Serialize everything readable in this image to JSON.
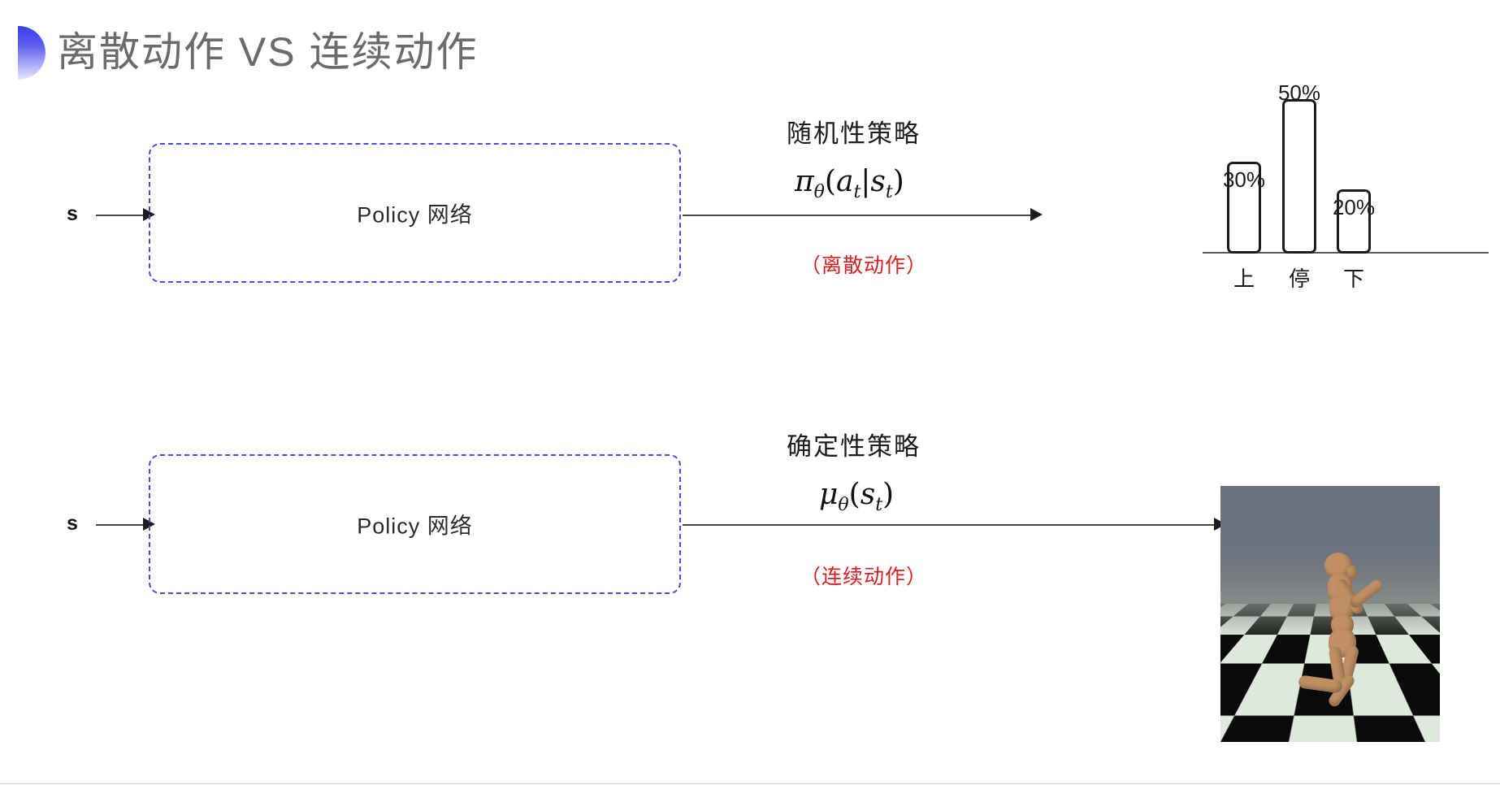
{
  "slide": {
    "title": "离散动作 VS 连续动作",
    "background_color": "#ffffff",
    "accent_color": "#4b4bdb",
    "title_color": "#6b6b6b"
  },
  "rows": [
    {
      "id": "discrete",
      "input_label": "s",
      "box_label": "Policy 网络",
      "policy_title": "随机性策略",
      "formula": {
        "base": "π",
        "base_sub": "θ",
        "open": "(",
        "arg1": "a",
        "arg1_sub": "t",
        "bar": "|",
        "arg2": "s",
        "arg2_sub": "t",
        "close": ")",
        "plain": "πθ(at|st)"
      },
      "note": "（离散动作）",
      "note_color": "#d62020"
    },
    {
      "id": "continuous",
      "input_label": "s",
      "box_label": "Policy 网络",
      "policy_title": "确定性策略",
      "formula": {
        "base": "μ",
        "base_sub": "θ",
        "open": "(",
        "arg1": "s",
        "arg1_sub": "t",
        "close": ")",
        "plain": "μθ(st)"
      },
      "note": "（连续动作）",
      "note_color": "#d62020"
    }
  ],
  "chart_data": {
    "type": "bar",
    "title": "",
    "categories": [
      "上",
      "停",
      "下"
    ],
    "values": [
      30,
      50,
      20
    ],
    "value_labels": [
      "30%",
      "50%",
      "20%"
    ],
    "xlabel": "",
    "ylabel": "",
    "ylim": [
      0,
      60
    ],
    "grid": false,
    "legend": "none",
    "bar_fill": "#ffffff",
    "bar_stroke": "#1c1c1c"
  },
  "sim": {
    "caption": "",
    "description": "MuJoCo humanoid on checkerboard floor",
    "sky_color": "#6a707c",
    "floor_light": "#dfe8dc",
    "floor_dark": "#0a0a0a",
    "body_color": "#c08f63"
  }
}
